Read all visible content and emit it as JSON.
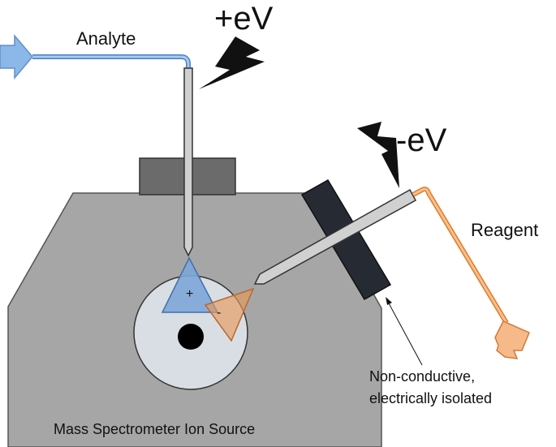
{
  "labels": {
    "analyte": "Analyte",
    "positive_voltage": "+eV",
    "negative_voltage": "-eV",
    "reagent": "Reagent",
    "isolation_line1": "Non-conductive,",
    "isolation_line2": "electrically isolated",
    "source": "Mass Spectrometer Ion Source",
    "plus_sign": "+",
    "minus_sign": "-"
  },
  "colors": {
    "housing": "#a6a6a6",
    "orifice_disk": "#d9dee4",
    "analyte_flow": "#6fa8dc",
    "analyte_plume": "#7ea6d8",
    "reagent_flow": "#f4a261",
    "reagent_plume": "#e59a5c",
    "insulator": "#262a33",
    "mount": "#6b6b6b",
    "needle": "#d0d0d0"
  }
}
